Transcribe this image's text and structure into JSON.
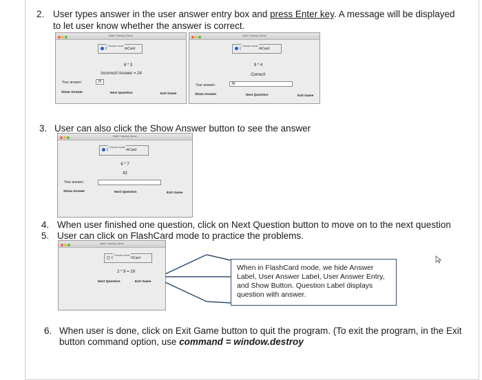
{
  "instructions": {
    "step2": {
      "number": "2.",
      "pre": "User types answer in the user answer entry box and ",
      "link": "press Enter key",
      "post": ". A message will be displayed",
      "line2": "to let user know whether the answer is correct."
    },
    "step3": {
      "number": "3.",
      "text": "User can also click the Show Answer button to see the answer"
    },
    "step4": {
      "number": "4.",
      "text": "When user finished one question, click on Next Question button to move on to the next question"
    },
    "step5": {
      "number": "5.",
      "text": "User can click on FlashCard mode to practice the problems."
    },
    "step6": {
      "number": "6.",
      "line1": "When user is done, click on Exit Game button to quit the program. (To exit the program, in the Exit",
      "line2_pre": "button command option, use ",
      "code": "command = window.destroy"
    }
  },
  "app": {
    "window_title": "Math Tutoring Game",
    "mode_legend": "Choose mode",
    "mode_quiz": "Quiz",
    "mode_flashcard": "FlashCard",
    "answer_label": "Your answer:",
    "show_answer": "Show Answer",
    "next_question": "Next Question",
    "exit_game": "Exit Game"
  },
  "screens": {
    "incorrect": {
      "question": "8 * 3",
      "message": "Incorrect! Answer = 24",
      "answer": "25"
    },
    "correct": {
      "question": "9 * 4",
      "message": "Correct!",
      "answer": "36"
    },
    "show_answer": {
      "question": "6 * 7",
      "message": "42",
      "answer": ""
    },
    "flashcard": {
      "question": "2 * 9 = 18"
    }
  },
  "callout_text": "When in FlashCard mode, we hide Answer Label, User Answer Label, User Answer Entry, and Show Button. Question Label displays question with answer."
}
